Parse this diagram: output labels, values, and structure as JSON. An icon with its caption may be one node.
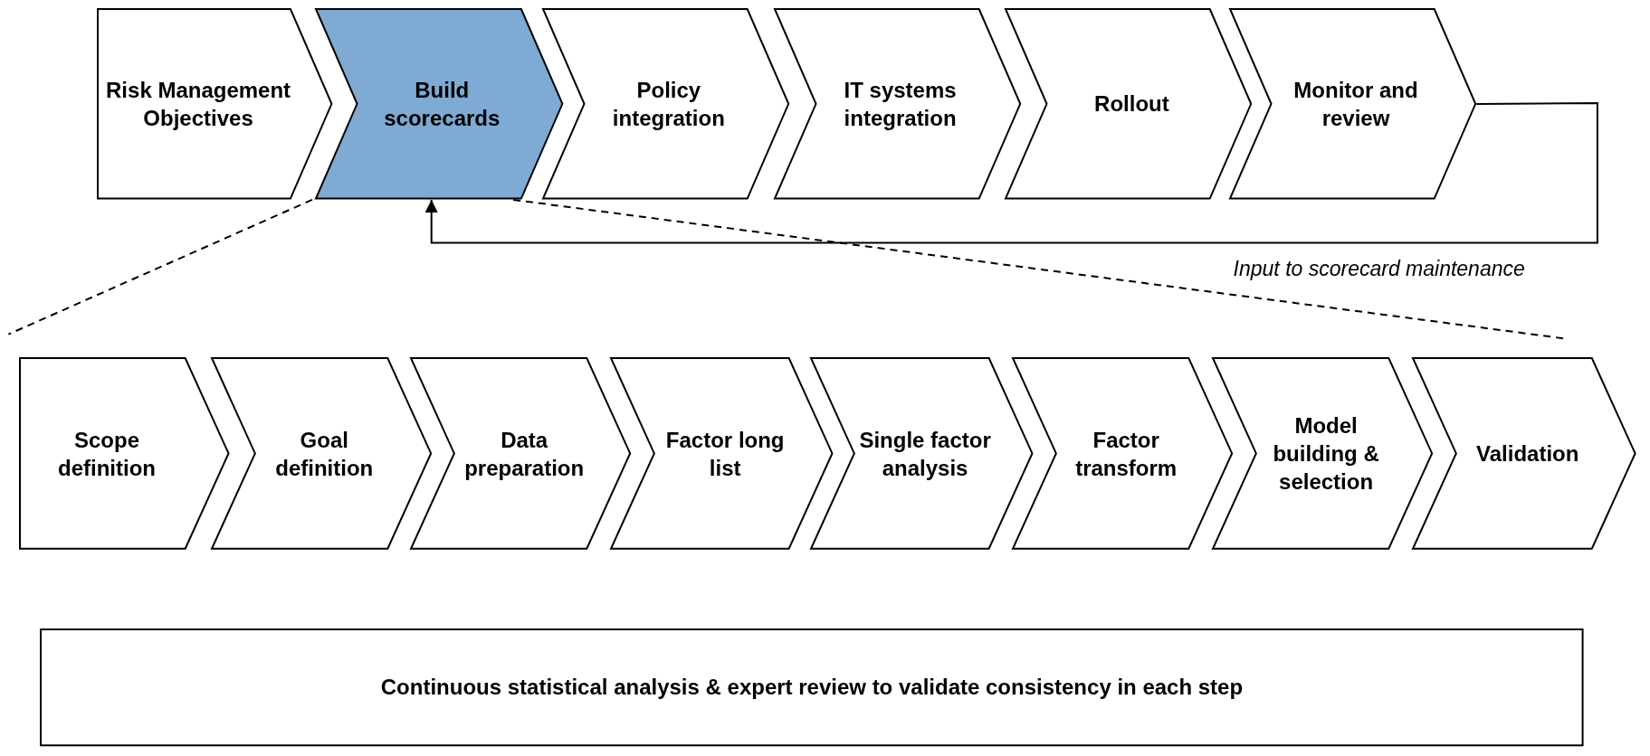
{
  "diagram": {
    "nodes": [
      {
        "text": [
          "Risk Management Objectives"
        ]
      },
      {
        "text": [
          "Build scorecards"
        ]
      },
      {
        "text": [
          "Policy integration"
        ]
      },
      {
        "text": [
          "IT systems integration"
        ]
      },
      {
        "text": [
          "Rollout"
        ]
      },
      {
        "text": [
          "Monitor and review"
        ]
      },
      {
        "text": [
          "Scope definition"
        ]
      },
      {
        "text": [
          "Goal definition"
        ]
      },
      {
        "text": [
          "Data preparation"
        ]
      },
      {
        "text": [
          "Factor long list"
        ]
      },
      {
        "text": [
          "Single factor analysis"
        ]
      },
      {
        "text": [
          "Factor transform"
        ]
      },
      {
        "text": [
          "Model building & selection"
        ]
      },
      {
        "text": [
          "Validation"
        ]
      },
      {
        "text": [
          "Continuous statistical analysis & expert review to validate consistency in each step"
        ]
      }
    ],
    "edges": [
      {
        "from": 5,
        "to": 1,
        "arrow": "to",
        "label": "Input to scorecard maintenance"
      },
      {
        "from": 1,
        "to": null,
        "arrow": "none",
        "style": "dashed"
      },
      {
        "from": 1,
        "to": null,
        "arrow": "none",
        "style": "dashed"
      }
    ]
  }
}
